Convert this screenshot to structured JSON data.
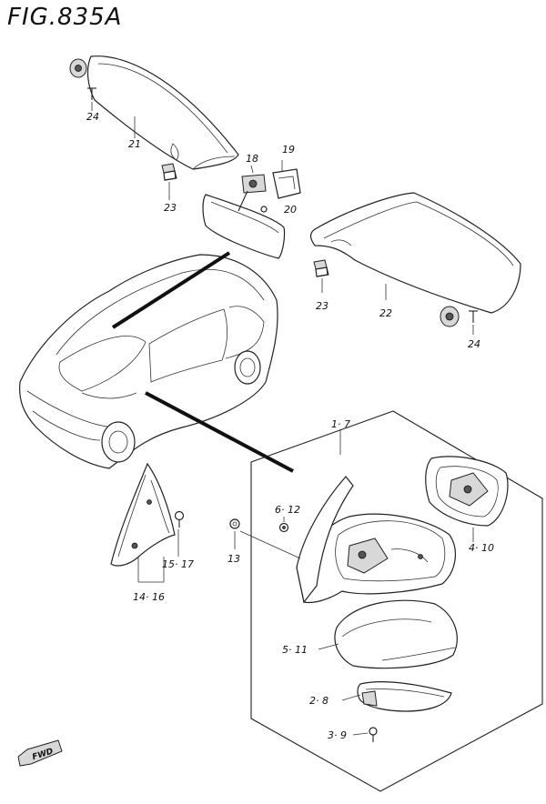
{
  "figure": {
    "title": "FIG.835A"
  },
  "callouts": {
    "c1_7": "1· 7",
    "c2_8": "2· 8",
    "c3_9": "3· 9",
    "c4_10": "4· 10",
    "c5_11": "5· 11",
    "c6_12": "6· 12",
    "c13": "13",
    "c14_16": "14· 16",
    "c15_17": "15· 17",
    "c18": "18",
    "c19": "19",
    "c20": "20",
    "c21": "21",
    "c22": "22",
    "c23a": "23",
    "c23b": "23",
    "c24a": "24",
    "c24b": "24"
  },
  "direction_badge": {
    "label": "FWD"
  }
}
